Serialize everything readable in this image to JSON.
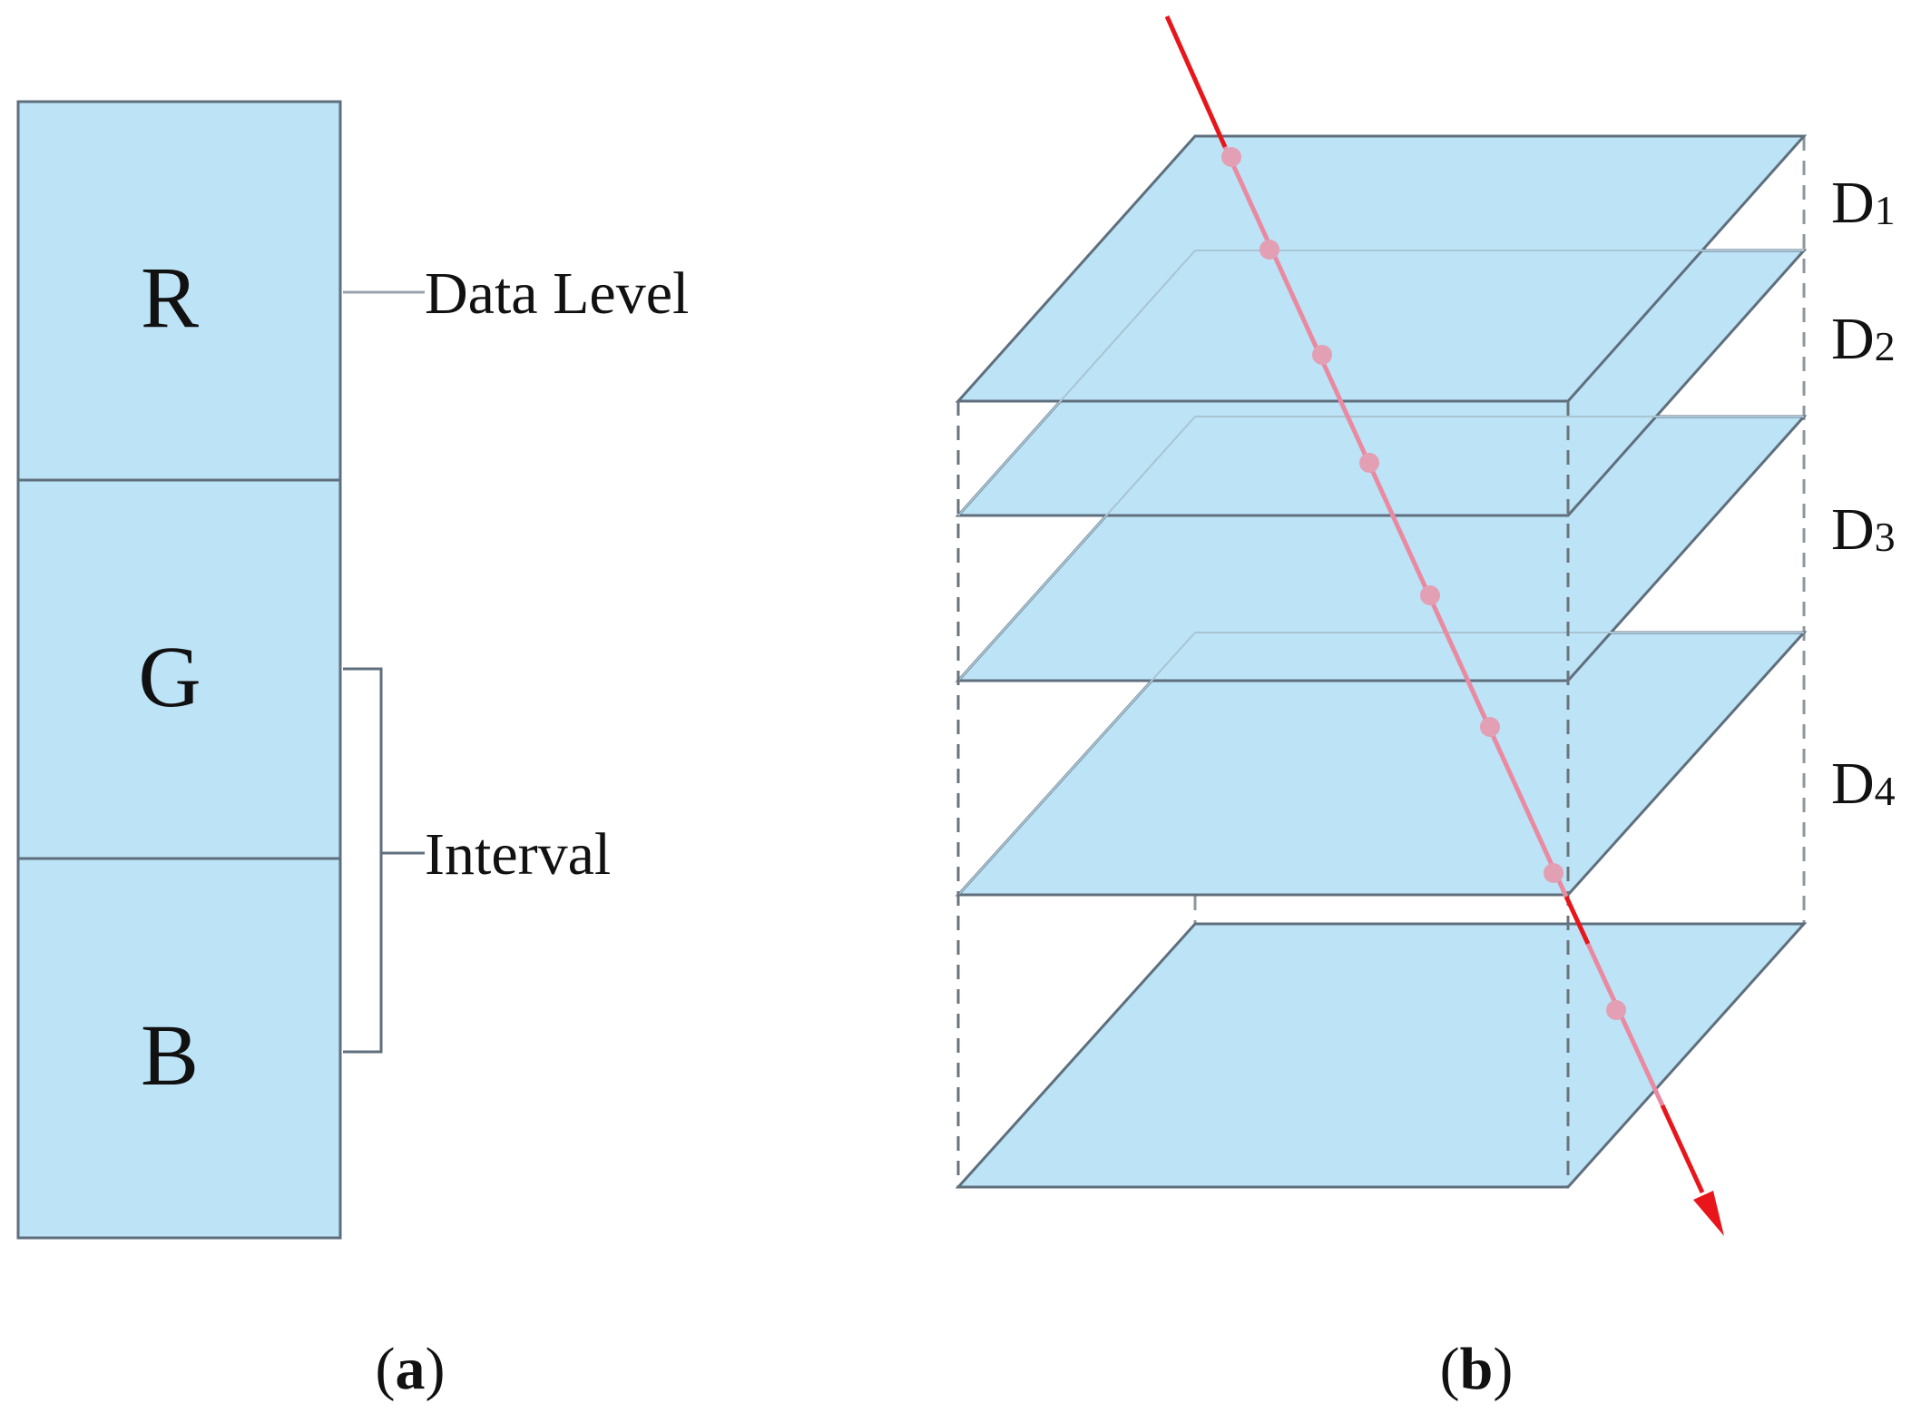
{
  "panel_a": {
    "boxes": [
      {
        "label": "R"
      },
      {
        "label": "G"
      },
      {
        "label": "B"
      }
    ],
    "callouts": {
      "data_level": "Data Level",
      "interval": "Interval"
    },
    "caption": {
      "open": "(",
      "letter": "a",
      "close": ")"
    }
  },
  "panel_b": {
    "layers": [
      {
        "letter": "D",
        "index": "1"
      },
      {
        "letter": "D",
        "index": "2"
      },
      {
        "letter": "D",
        "index": "3"
      },
      {
        "letter": "D",
        "index": "4"
      }
    ],
    "caption": {
      "open": "(",
      "letter": "b",
      "close": ")"
    }
  },
  "colors": {
    "fill": "#bde3f6",
    "stroke": "#5f6f7d",
    "ray": "#e8161b",
    "ray_faded": "#e98aa1"
  }
}
